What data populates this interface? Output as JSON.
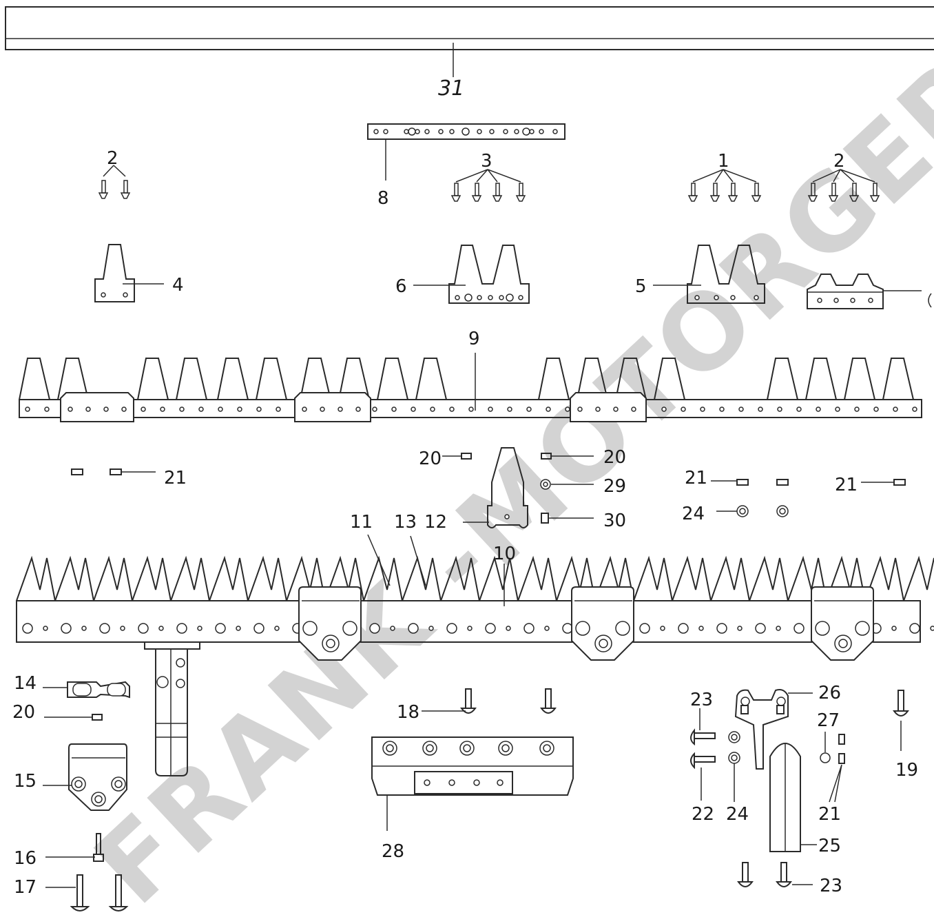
{
  "watermark": "FRANK -MOTORGERÄTE",
  "labels": {
    "p1": "1",
    "p2a": "2",
    "p2b": "2",
    "p3": "3",
    "p4": "4",
    "p5": "5",
    "p6": "6",
    "p8": "8",
    "p9": "9",
    "p10": "10",
    "p11": "11",
    "p12": "12",
    "p13": "13",
    "p14": "14",
    "p15": "15",
    "p16": "16",
    "p17": "17",
    "p18": "18",
    "p19": "19",
    "p20a": "20",
    "p20b": "20",
    "p20c": "20",
    "p21a": "21",
    "p21b": "21",
    "p21c": "21",
    "p21d": "21",
    "p22": "22",
    "p23a": "23",
    "p23b": "23",
    "p24a": "24",
    "p24b": "24",
    "p25": "25",
    "p26": "26",
    "p27": "27",
    "p28": "28",
    "p29": "29",
    "p30": "30",
    "p31": "31"
  }
}
